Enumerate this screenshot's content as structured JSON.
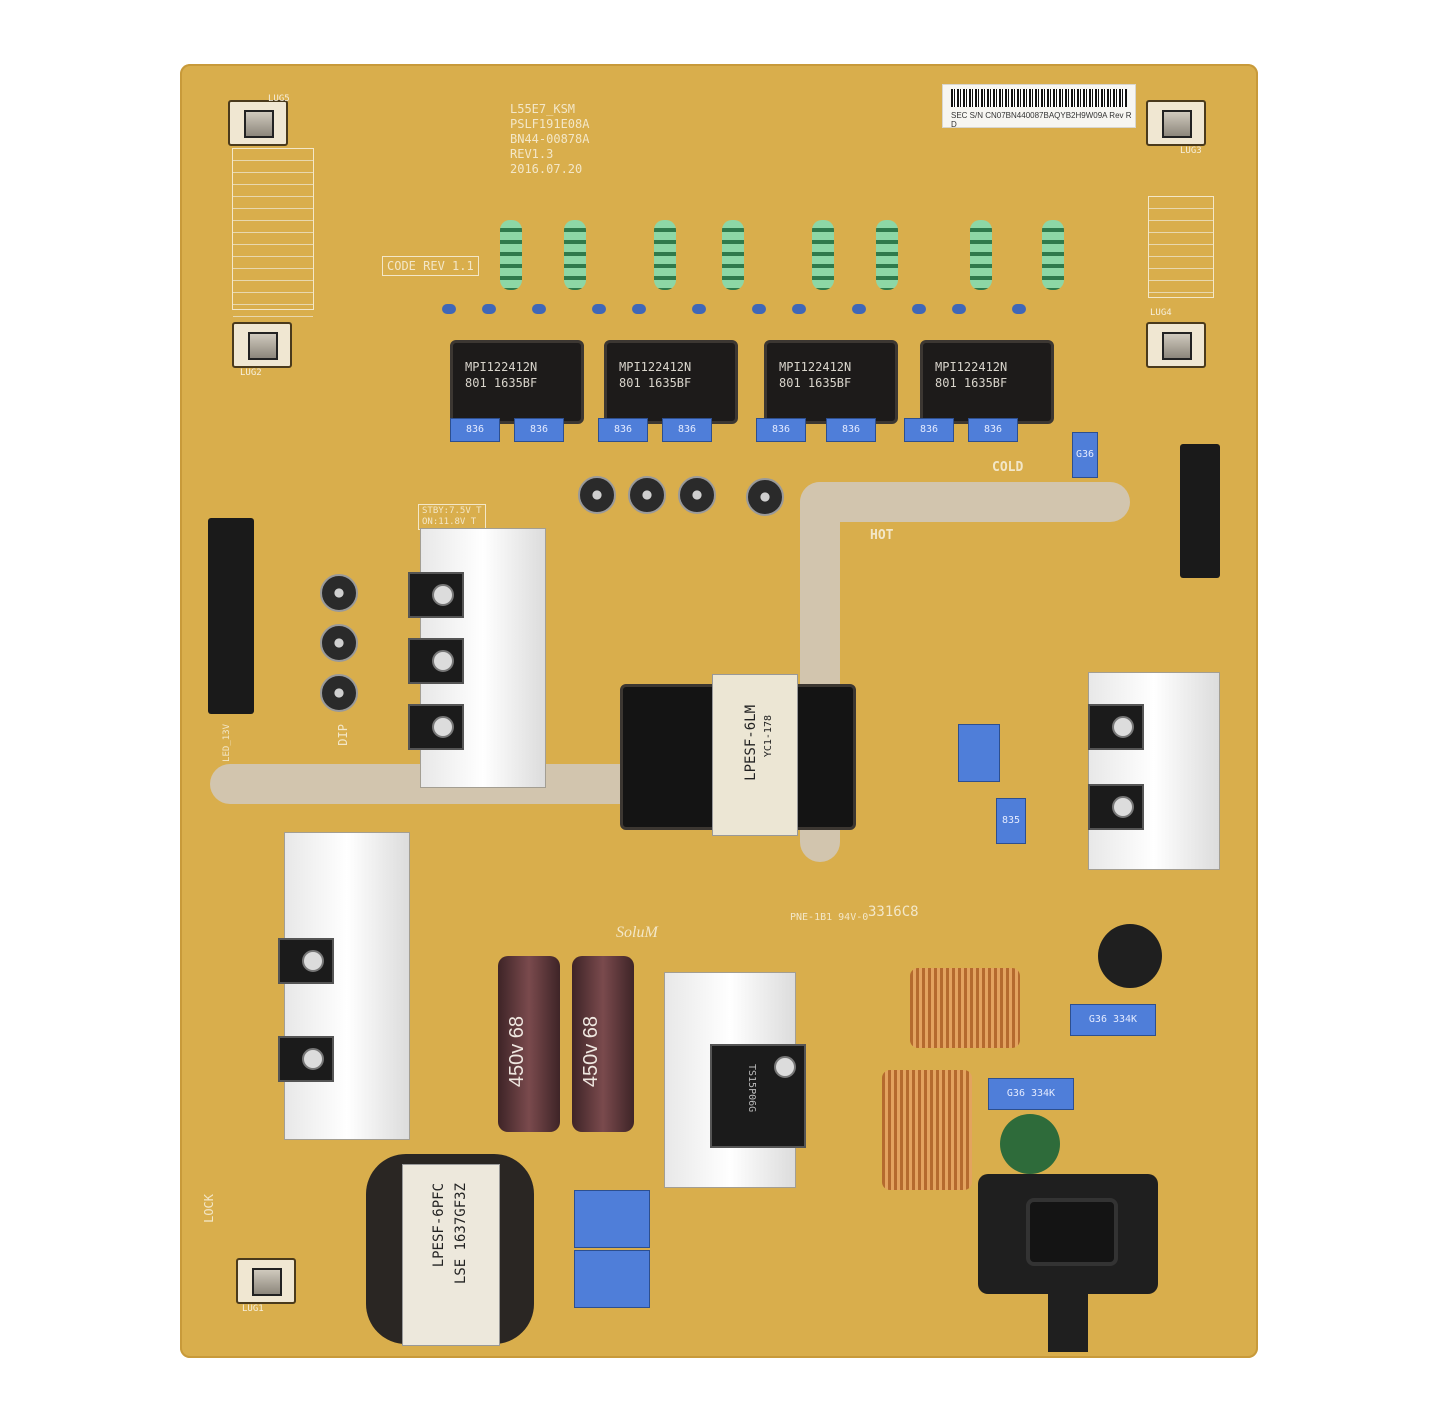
{
  "board": {
    "model_lines": [
      "L55E7_KSM",
      "PSLF191E08A",
      "BN44-00878A",
      "REV1.3",
      "2016.07.20"
    ],
    "code_rev": "CODE REV 1.1",
    "sticker": "SEC S/N CN07BN440087BAQYB2H9W09A Rev R D",
    "cold_label": "COLD",
    "hot_label": "HOT",
    "brand": "SoluM",
    "stby": [
      "STBY:7.5V T",
      "ON:11.8V T"
    ],
    "transformer_main": [
      "LPESF-6LM",
      "YC1-178"
    ],
    "transformer_bottom": [
      "LPESF-6PFC",
      "LSE 1637GF3Z"
    ],
    "inductors": [
      [
        "MPI122412N",
        "801 1635BF"
      ],
      [
        "MPI122412N",
        "801 1635BF"
      ],
      [
        "MPI122412N",
        "801 1635BF"
      ],
      [
        "MPI122412N",
        "801 1635BF"
      ]
    ],
    "bulk_cap_labels": [
      "450v 68",
      "450v 68"
    ],
    "bridge": "TS15P06G",
    "lugs": [
      "LUG5",
      "LUG3",
      "LUG2",
      "LUG4",
      "LUG1"
    ],
    "film_caps": [
      "836",
      "836",
      "836",
      "836",
      "836",
      "836",
      "836",
      "836",
      "G36",
      "G36 334K",
      "G36 334K",
      "835"
    ],
    "side_labels": [
      "LOCK",
      "DIP",
      "LED_13V"
    ],
    "ul": "PNE-1B1 94V-0",
    "date_code": "3316C8"
  }
}
